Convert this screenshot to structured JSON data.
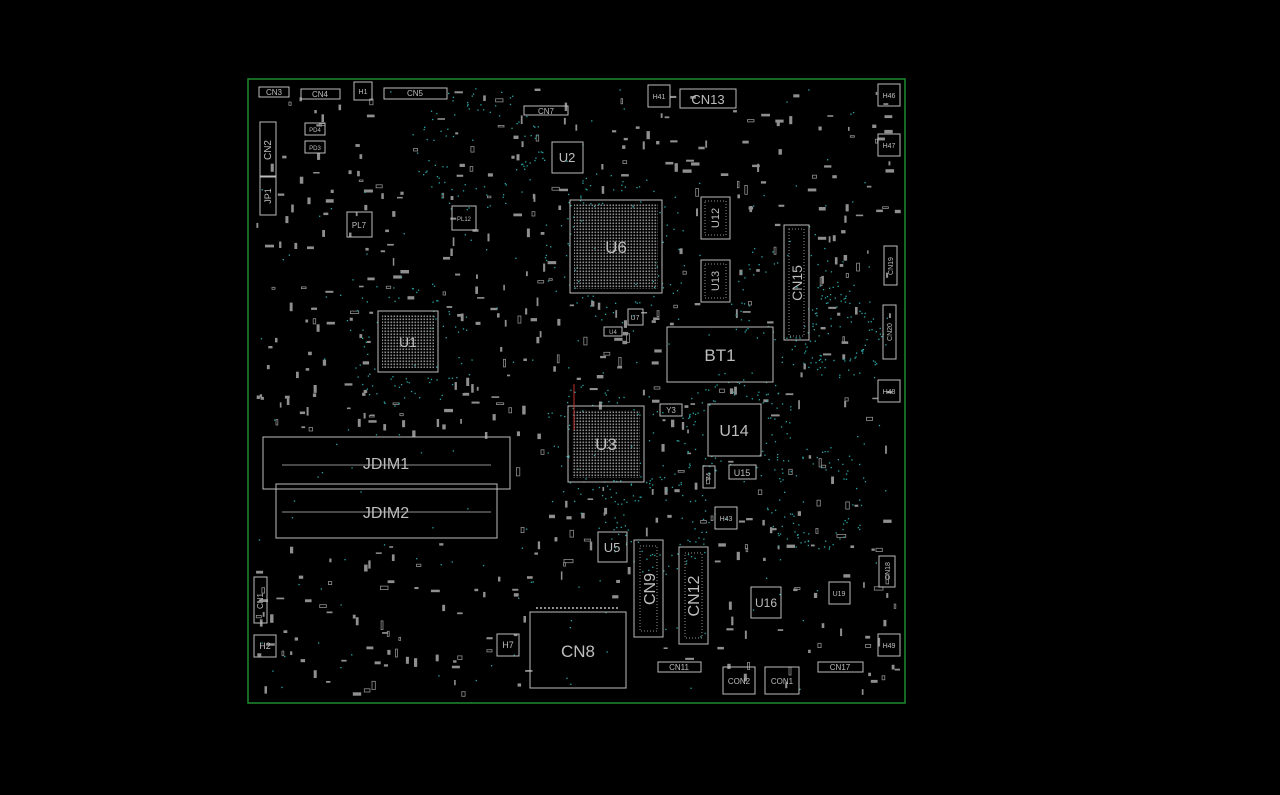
{
  "colors": {
    "background": "#000000",
    "board_outline": "#1f8a2a",
    "silkscreen": "#bdbdbd",
    "pads": "#8f8f8f",
    "vias": "#2aa6a6",
    "marker": "#c03030"
  },
  "components": {
    "major": [
      "U6",
      "U3",
      "U1",
      "U2",
      "U5",
      "U14",
      "U16",
      "BT1",
      "CN8",
      "CN9",
      "CN12",
      "CN13",
      "CN15",
      "JDIM1",
      "JDIM2"
    ],
    "connectors": [
      "CN1",
      "CN2",
      "CN3",
      "CN4",
      "CN5",
      "CN7",
      "CN11",
      "CN17",
      "CN18",
      "CN19",
      "CN20",
      "CON1",
      "CON2"
    ],
    "mounting_holes": [
      "H1",
      "H2",
      "H7",
      "H41",
      "H43",
      "H46",
      "H47",
      "H48",
      "H49"
    ],
    "misc": [
      "U7",
      "U4",
      "U12",
      "U13",
      "U15",
      "U19",
      "Y3",
      "Y4",
      "PL7",
      "PL12",
      "PD4",
      "PD3",
      "JP1"
    ]
  }
}
